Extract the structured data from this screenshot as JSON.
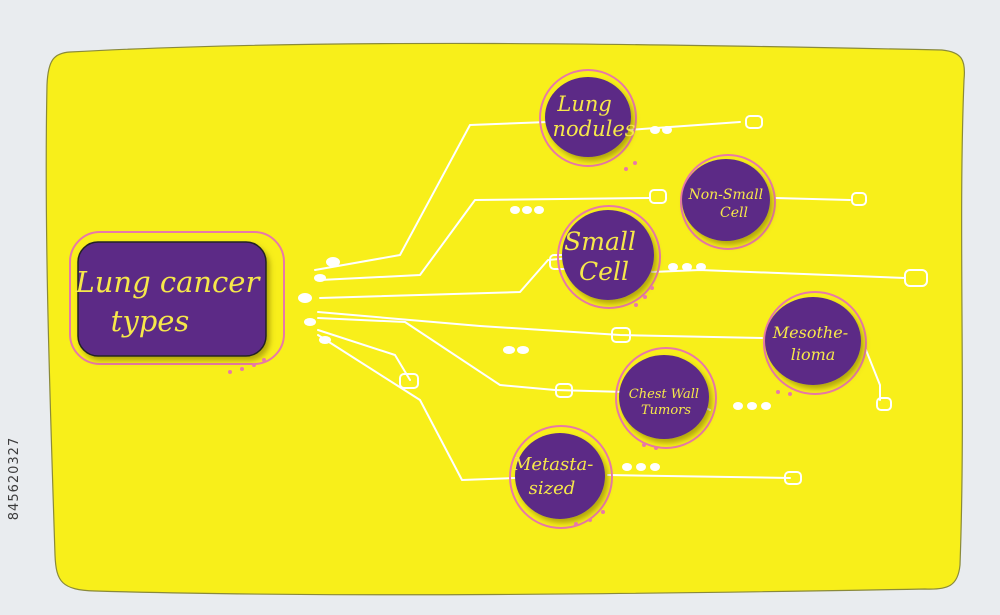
{
  "colors": {
    "background": "#e9ecef",
    "board": "#f8ef1a",
    "node_fill": "#5b2a86",
    "node_ring": "#e879a8",
    "label_text": "#f6e84a",
    "connector": "#ffffff"
  },
  "main_node": {
    "lines": [
      "Lung cancer",
      "types"
    ]
  },
  "nodes": [
    {
      "id": "lung-nodules",
      "lines": [
        "Lung",
        "nodules"
      ]
    },
    {
      "id": "non-small-cell",
      "lines": [
        "Non-Small",
        "Cell"
      ]
    },
    {
      "id": "small-cell",
      "lines": [
        "Small",
        "Cell"
      ]
    },
    {
      "id": "mesothelioma",
      "lines": [
        "Mesothe-",
        "lioma"
      ]
    },
    {
      "id": "chest-wall-tumors",
      "lines": [
        "Chest Wall",
        "Tumors"
      ]
    },
    {
      "id": "metastasized",
      "lines": [
        "Metasta-",
        "sized"
      ]
    }
  ],
  "side_code": "845620327"
}
